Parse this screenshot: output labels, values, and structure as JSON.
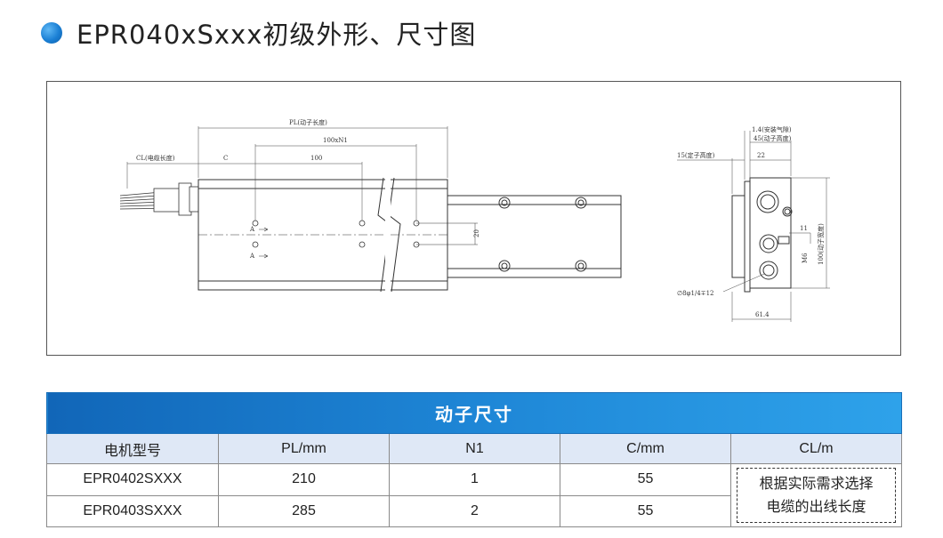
{
  "header": {
    "title": "EPR040xSxxx初级外形、尺寸图"
  },
  "drawing": {
    "dims": {
      "pl": "PL(动子长度)",
      "n1": "100xN1",
      "cl": "CL(电缆长度)",
      "c": "C",
      "pitch": "100",
      "a": "A",
      "twenty": "20",
      "gap": "1.4(安装气隙)",
      "mover_height": "45(动子高度)",
      "stator_height": "15(定子高度)",
      "twentytwo": "22",
      "eleven": "11",
      "m6": "M6",
      "width": "100(动子宽度)",
      "hole": "∅8φ1/4∓12",
      "total": "61.4"
    }
  },
  "table": {
    "caption": "动子尺寸",
    "headers": [
      "电机型号",
      "PL/mm",
      "N1",
      "C/mm",
      "CL/m"
    ],
    "rows": [
      [
        "EPR0402SXXX",
        "210",
        "1",
        "55"
      ],
      [
        "EPR0403SXXX",
        "285",
        "2",
        "55"
      ]
    ],
    "note_line1": "根据实际需求选择",
    "note_line2": "电缆的出线长度"
  }
}
